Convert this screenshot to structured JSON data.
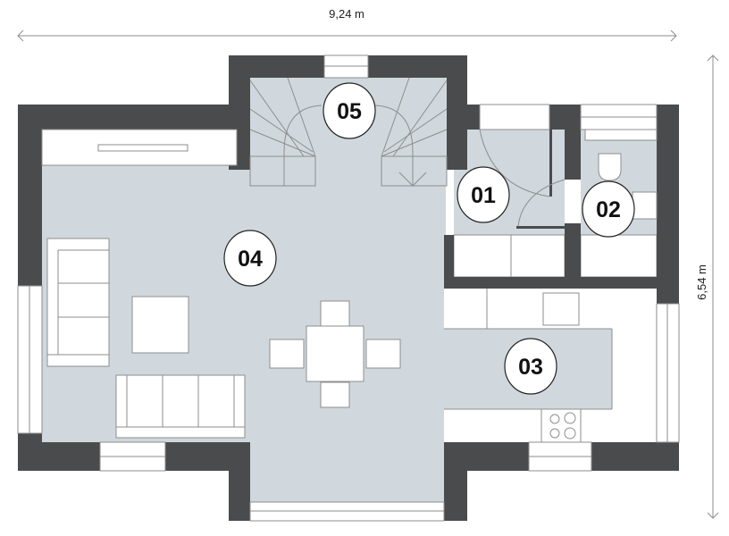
{
  "dimensions": {
    "width_label": "9,24 m",
    "height_label": "6,54 m"
  },
  "rooms": [
    {
      "id": "05",
      "label": "05"
    },
    {
      "id": "01",
      "label": "01"
    },
    {
      "id": "02",
      "label": "02"
    },
    {
      "id": "04",
      "label": "04"
    },
    {
      "id": "03",
      "label": "03"
    }
  ],
  "colors": {
    "wall": "#4a4b4d",
    "floor": "#d0d8dd",
    "furniture": "#ffffff"
  }
}
